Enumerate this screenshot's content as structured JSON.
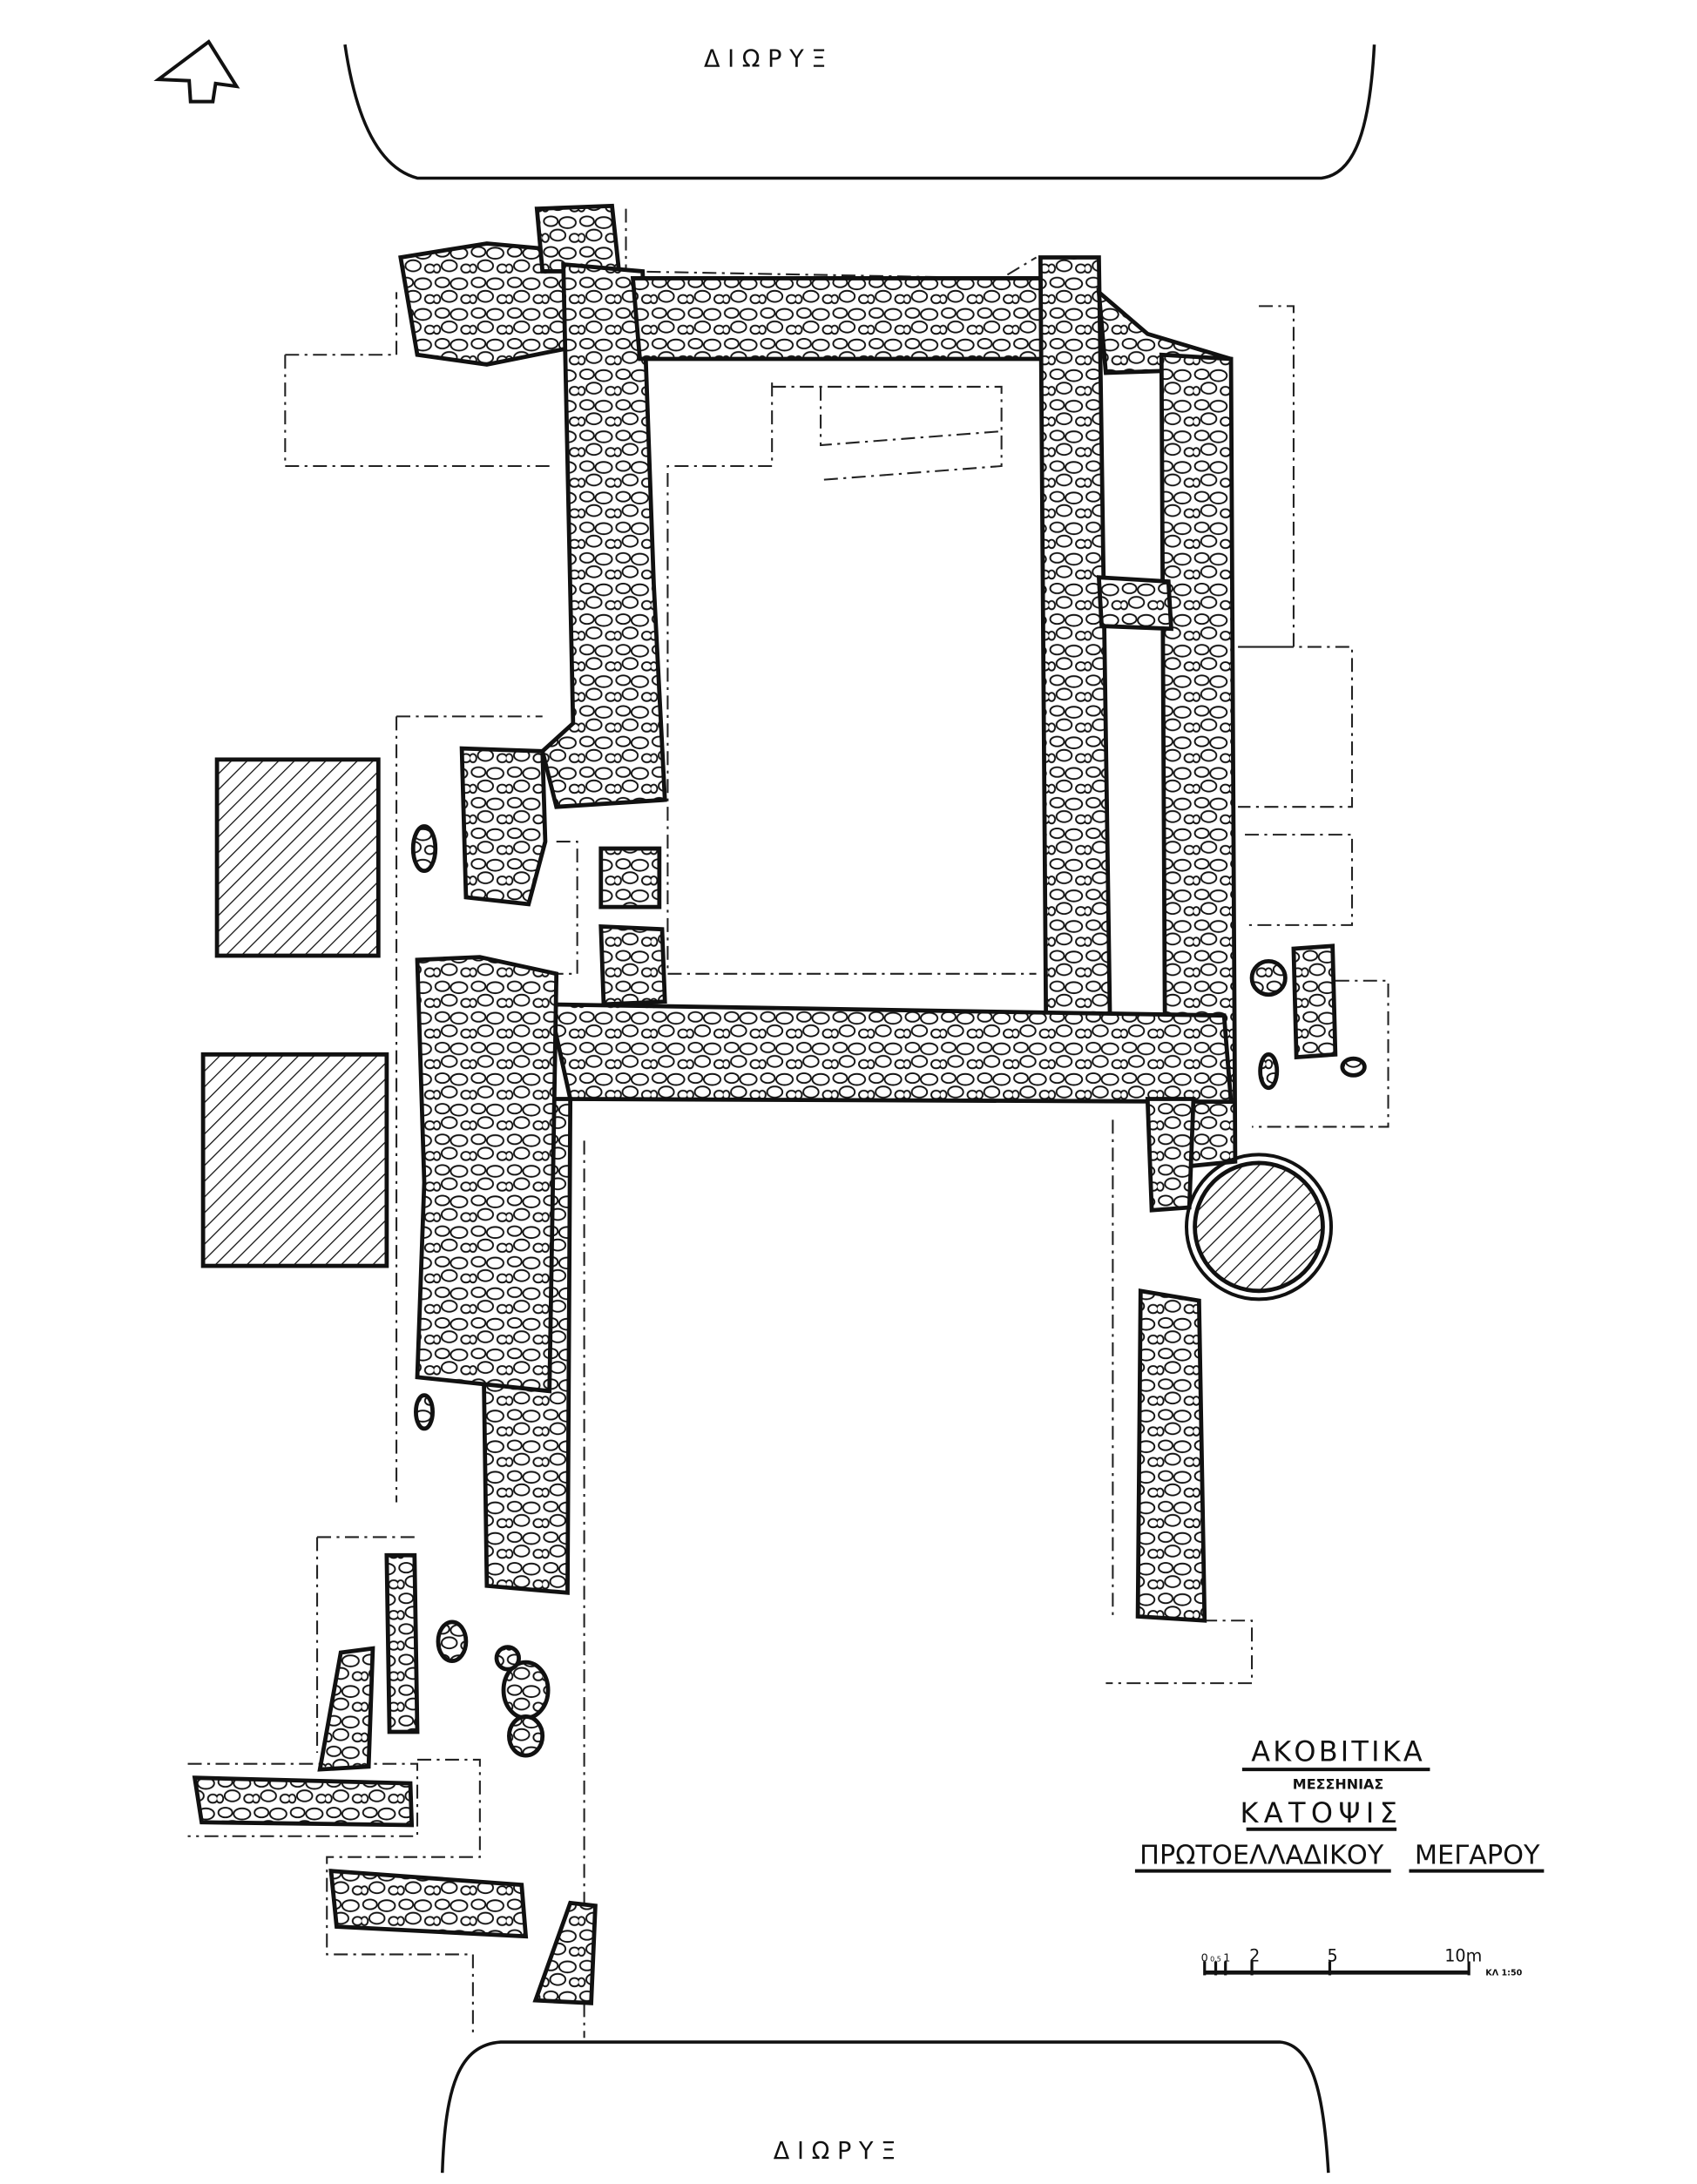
{
  "canal_top": {
    "label": "Δ Ι Ω Ρ Υ Ξ"
  },
  "canal_bottom": {
    "label": "Δ Ι Ω Ρ Υ Ξ"
  },
  "north_arrow": {
    "icon": "north-arrow-icon"
  },
  "title": {
    "site": "ΑΚΟΒΙΤΙΚΑ",
    "region": "ΜΕΣΣΗΝΙΑΣ",
    "plan": "ΚΑΤΟΨΙΣ",
    "subject_1": "ΠΡΩΤΟΕΛΛΑΔΙΚΟΥ",
    "subject_2": "ΜΕΓΑΡΟΥ"
  },
  "scale_bar": {
    "ticks": [
      "0",
      "0.5",
      "1",
      "2",
      "5",
      "10m"
    ],
    "ratio": "ΚΛ 1:50"
  }
}
